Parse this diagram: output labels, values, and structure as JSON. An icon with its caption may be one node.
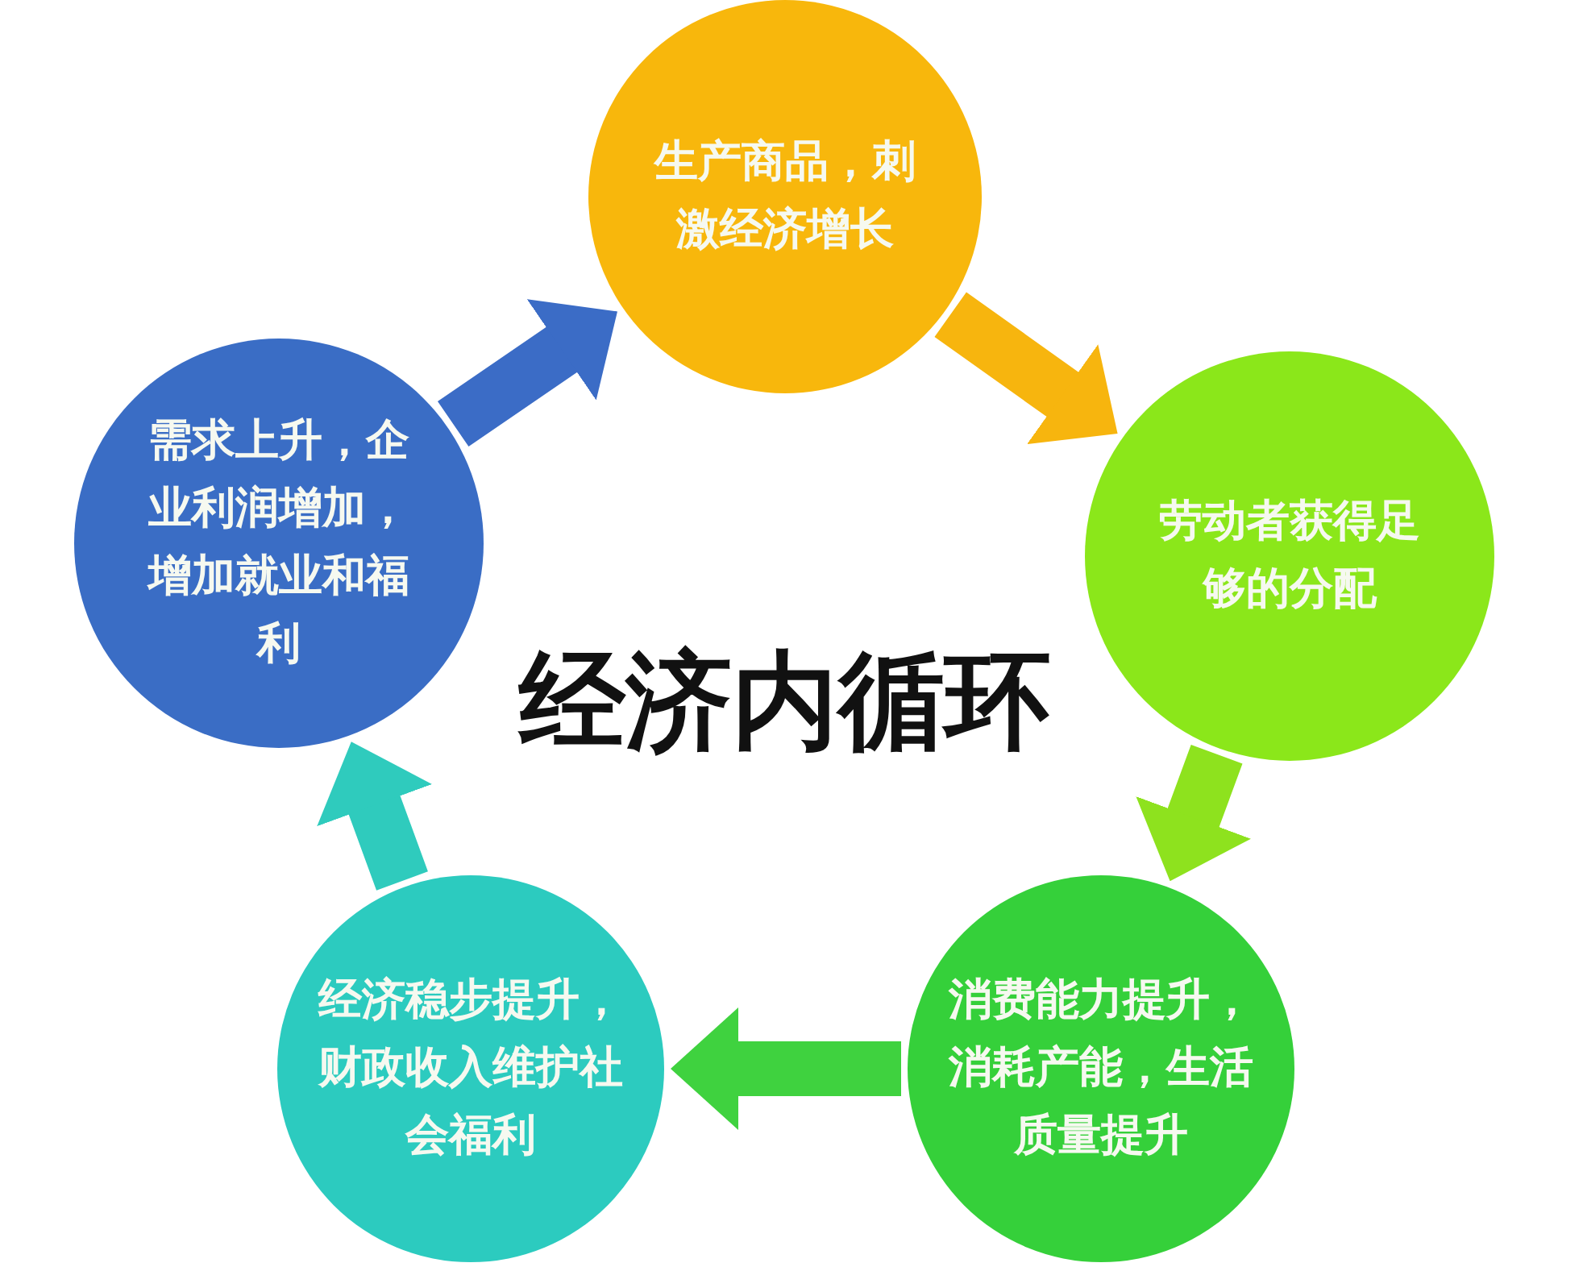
{
  "diagram": {
    "title": "经济内循环",
    "nodes": [
      {
        "text": [
          "生产商品，刺激经济增长"
        ]
      },
      {
        "text": [
          "劳动者获得足够的分配"
        ]
      },
      {
        "text": [
          "消费能力提升，消耗产能，生活质量提升"
        ]
      },
      {
        "text": [
          "经济稳步提升，财政收入维护社会福利"
        ]
      },
      {
        "text": [
          "需求上升，企业利润增加，增加就业和福利"
        ]
      }
    ],
    "edges": [
      {
        "from": 0,
        "to": 1,
        "arrow": "to",
        "color": "#f7b50e"
      },
      {
        "from": 1,
        "to": 2,
        "arrow": "to",
        "color": "#8ee21e"
      },
      {
        "from": 2,
        "to": 3,
        "arrow": "to",
        "color": "#3fd23f"
      },
      {
        "from": 3,
        "to": 4,
        "arrow": "to",
        "color": "#2fcbbd"
      },
      {
        "from": 4,
        "to": 0,
        "arrow": "to",
        "color": "#3b6cc6"
      }
    ]
  }
}
